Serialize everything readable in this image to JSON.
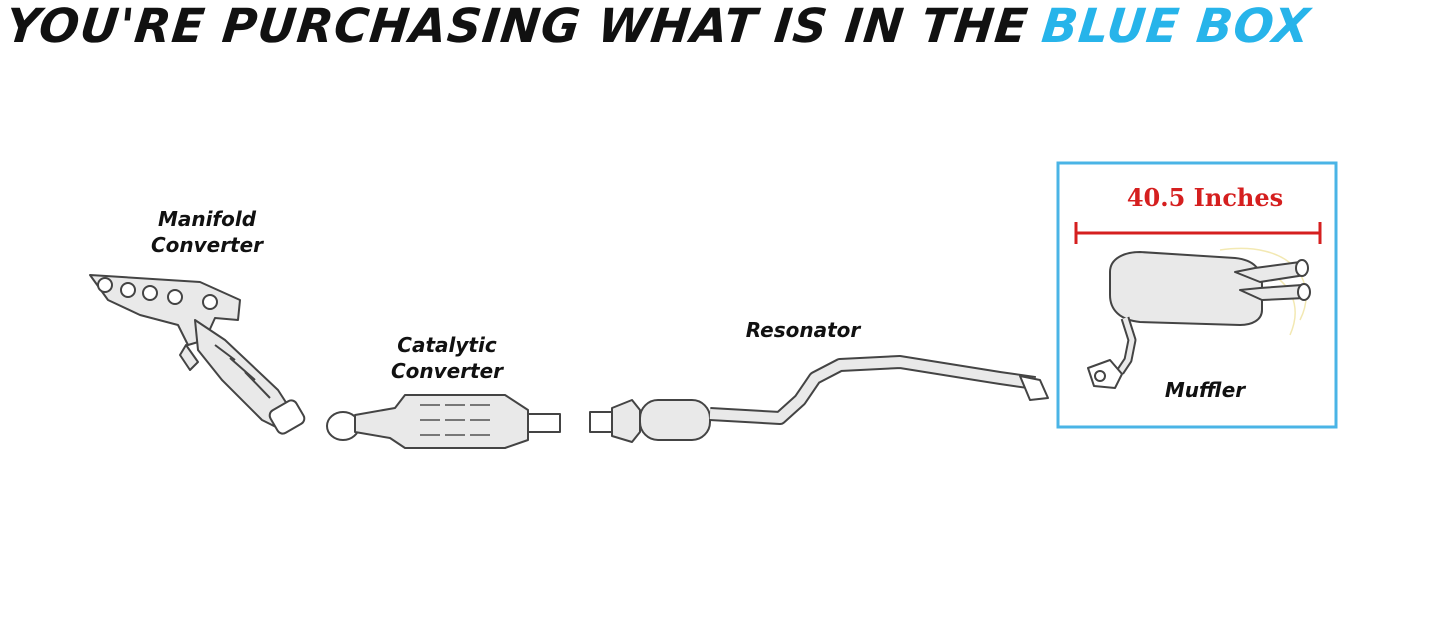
{
  "headline": {
    "prefix": "YOU'RE PURCHASING WHAT IS IN THE",
    "accent": "BLUE BOX",
    "text_color": "#111111",
    "accent_color": "#27b4ea"
  },
  "parts": {
    "manifold_line1": "Manifold",
    "manifold_line2": "Converter",
    "catalytic_line1": "Catalytic",
    "catalytic_line2": "Converter",
    "resonator": "Resonator",
    "muffler": "Muffler"
  },
  "blue_box": {
    "border_color": "#4ab4e6",
    "measurement": "40.5 Inches",
    "measurement_color": "#d51f1f"
  }
}
